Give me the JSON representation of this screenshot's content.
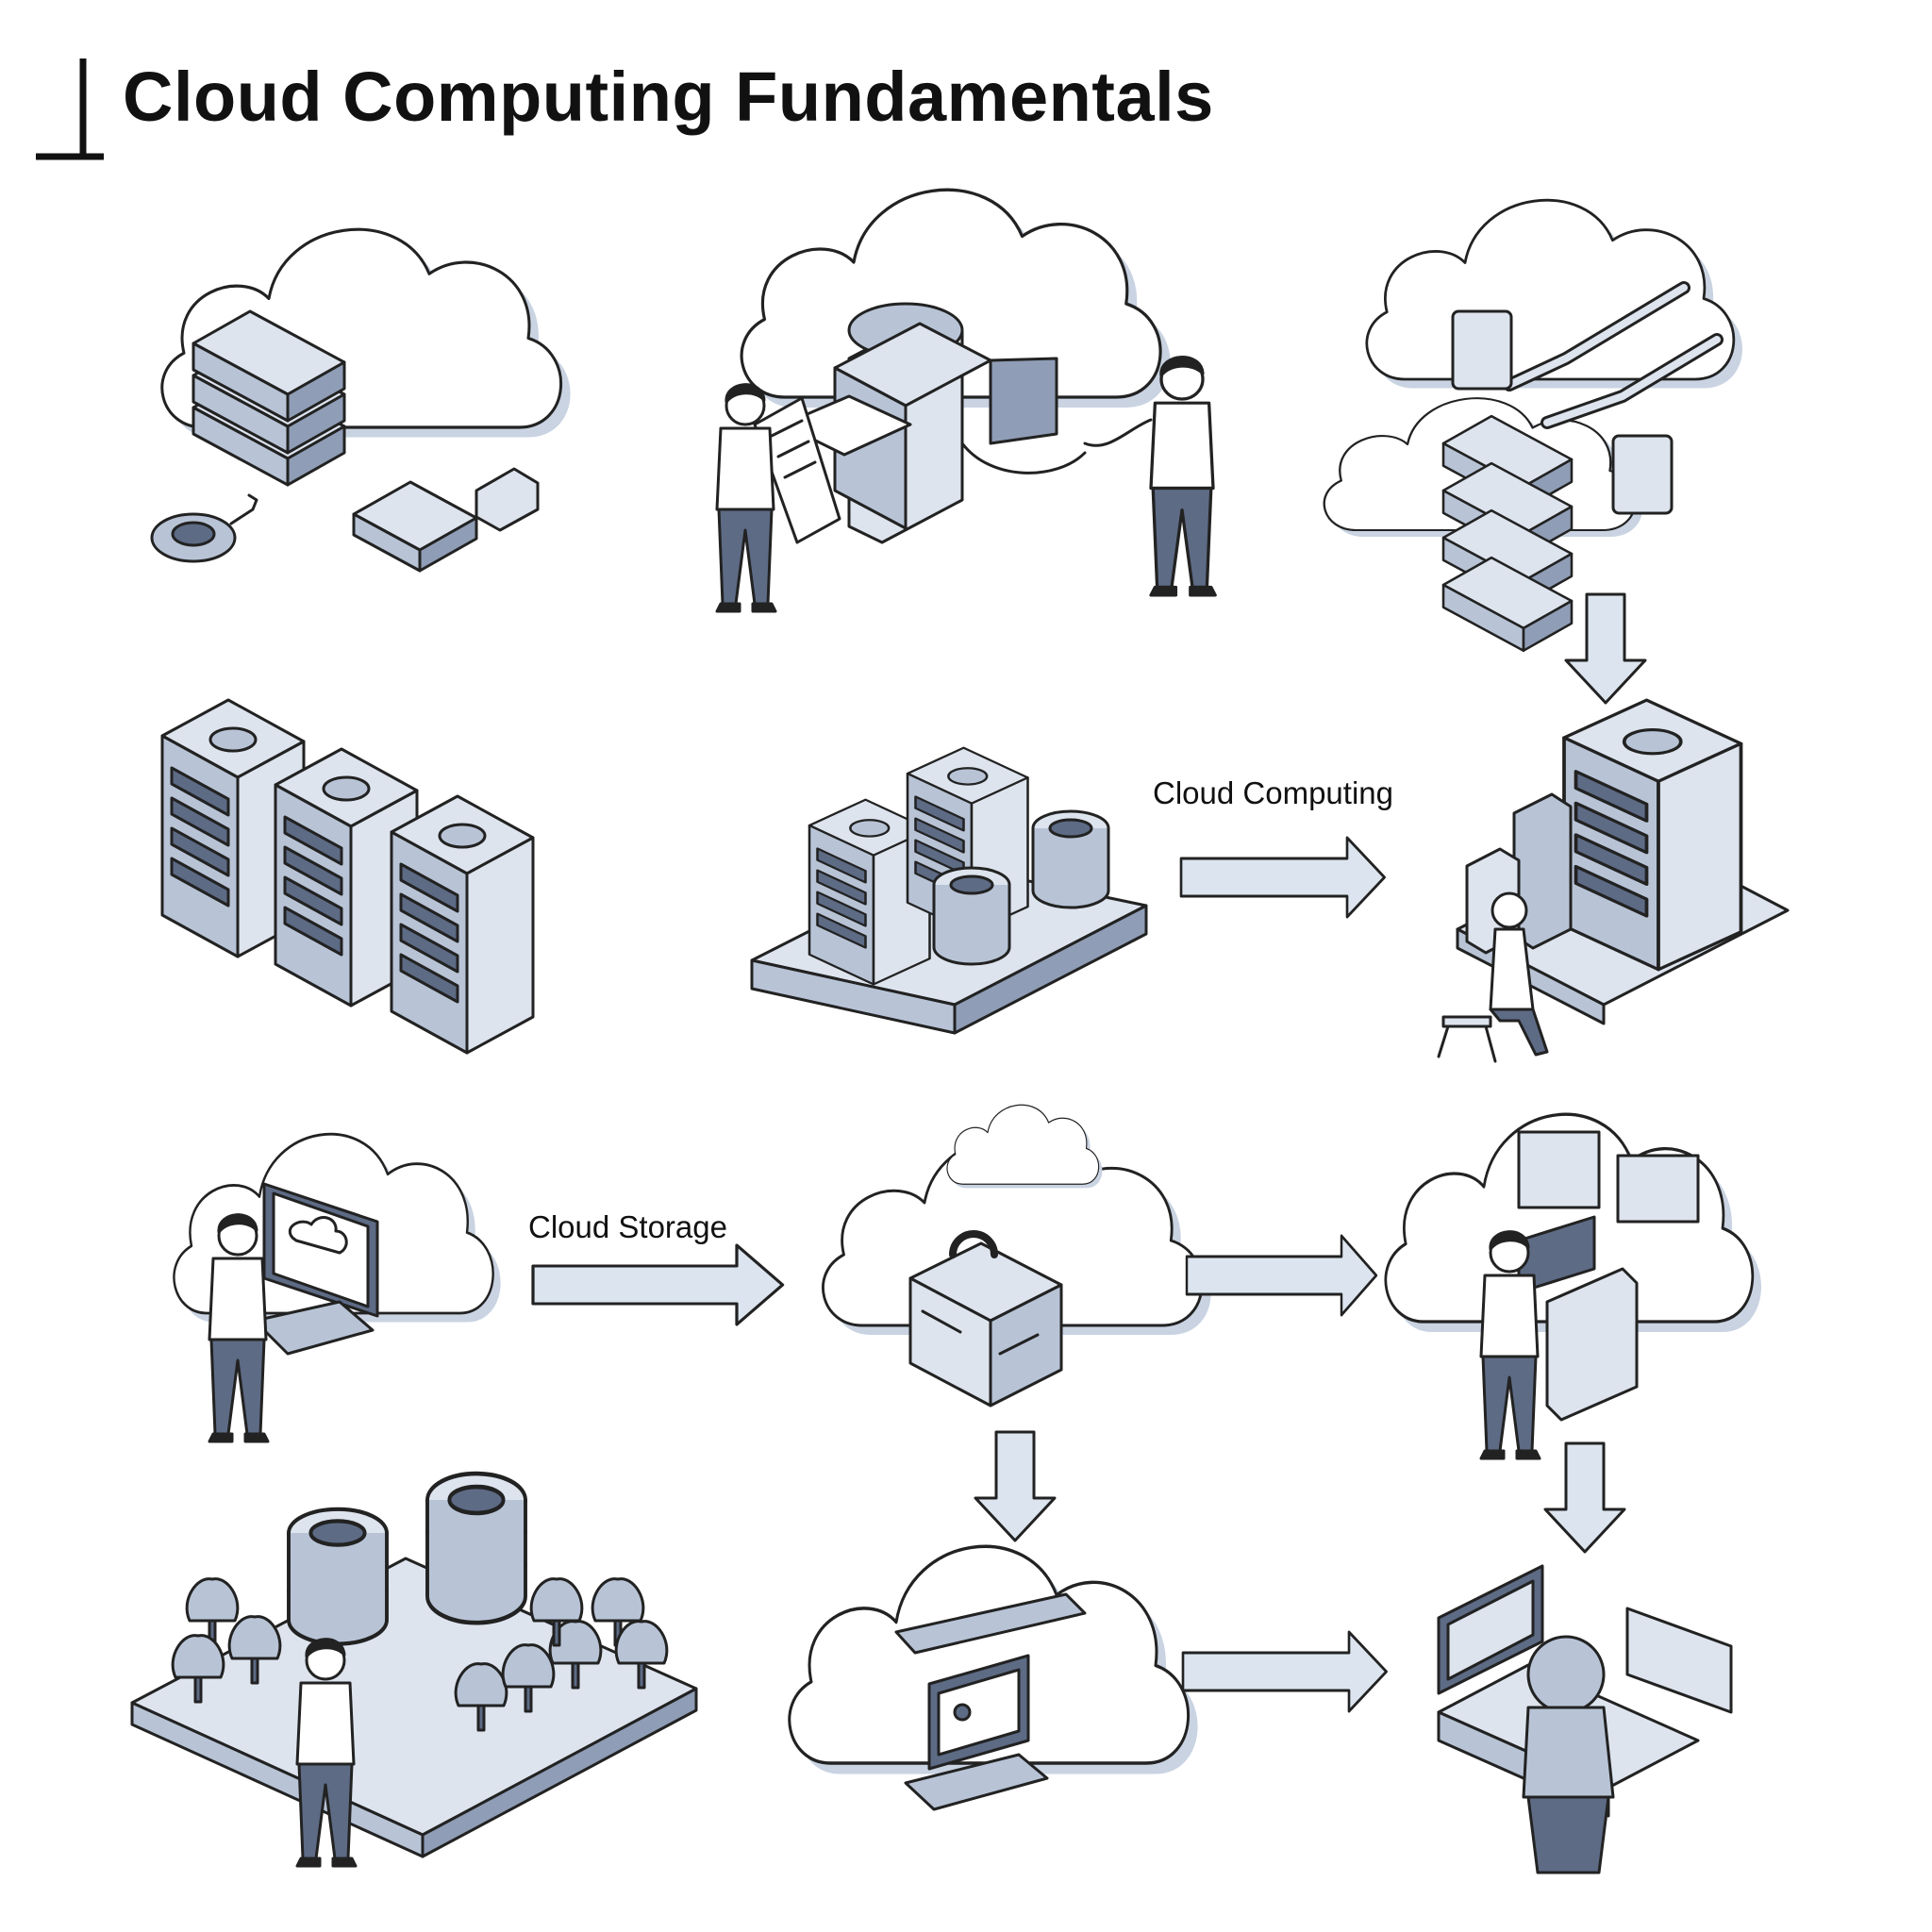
{
  "title": "Cloud Computing Fundamentals",
  "labels": {
    "computing_arrow": "Cloud Computing",
    "storage_arrow": "Cloud Storage"
  },
  "palette": {
    "line": "#222222",
    "fill_light": "#dde4ee",
    "fill_mid": "#b8c4d6",
    "fill_dark": "#5d6b85",
    "cloud_shadow": "#c9d3e2",
    "arrow_fill": "#dce5ef"
  },
  "icons": [
    "server-stack-cloud-icon",
    "document-printer-cloud-icon",
    "pipeline-server-cloud-icon",
    "server-racks-icon",
    "datacenter-platform-icon",
    "technician-server-icon",
    "user-laptop-cloud-icon",
    "storage-boxes-cloud-icon",
    "user-terminal-cloud-icon",
    "database-park-icon",
    "cloud-computer-icon",
    "user-workstation-icon"
  ]
}
